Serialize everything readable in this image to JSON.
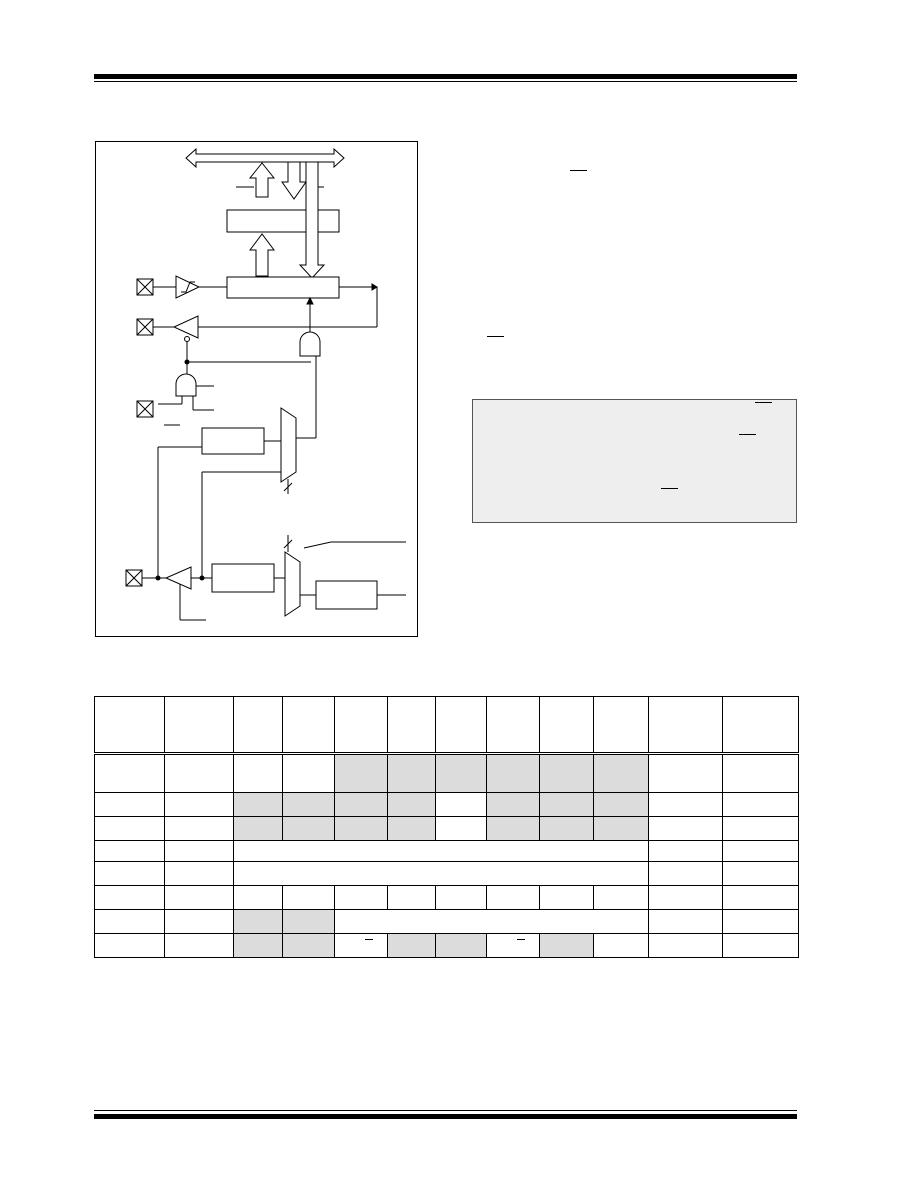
{
  "header": {
    "rule": "top double rule"
  },
  "figure": {
    "blocks": [
      "block-register",
      "block-latch",
      "block-mux-a",
      "block-mux-b",
      "block-control"
    ],
    "pins": [
      "pin-1",
      "pin-2",
      "pin-3",
      "pin-4"
    ]
  },
  "note_box": {},
  "table": {
    "columns": 12,
    "rows": [
      {
        "shade": [
          0,
          0,
          0,
          0,
          1,
          1,
          1,
          1,
          1,
          1,
          0,
          0
        ],
        "span": null
      },
      {
        "shade": [
          0,
          0,
          1,
          1,
          1,
          1,
          0,
          1,
          1,
          1,
          0,
          0
        ],
        "span": null
      },
      {
        "shade": [
          0,
          0,
          1,
          1,
          1,
          1,
          0,
          1,
          1,
          1,
          0,
          0
        ],
        "span": null
      },
      {
        "shade": [
          0,
          0,
          0,
          0,
          0,
          0,
          0,
          0,
          0,
          0,
          0,
          0
        ],
        "span": "2-9"
      },
      {
        "shade": [
          0,
          0,
          0,
          0,
          0,
          0,
          0,
          0,
          0,
          0,
          0,
          0
        ],
        "span": "2-9"
      },
      {
        "shade": [
          0,
          0,
          0,
          0,
          0,
          0,
          0,
          0,
          0,
          0,
          0,
          0
        ],
        "span": null
      },
      {
        "shade": [
          0,
          0,
          1,
          1,
          0,
          0,
          0,
          0,
          0,
          0,
          0,
          0
        ],
        "span": "4-9"
      },
      {
        "shade": [
          0,
          0,
          1,
          1,
          0,
          1,
          1,
          0,
          1,
          0,
          0,
          0
        ],
        "span": null
      }
    ]
  },
  "footer": {
    "rule": "bottom double rule"
  }
}
